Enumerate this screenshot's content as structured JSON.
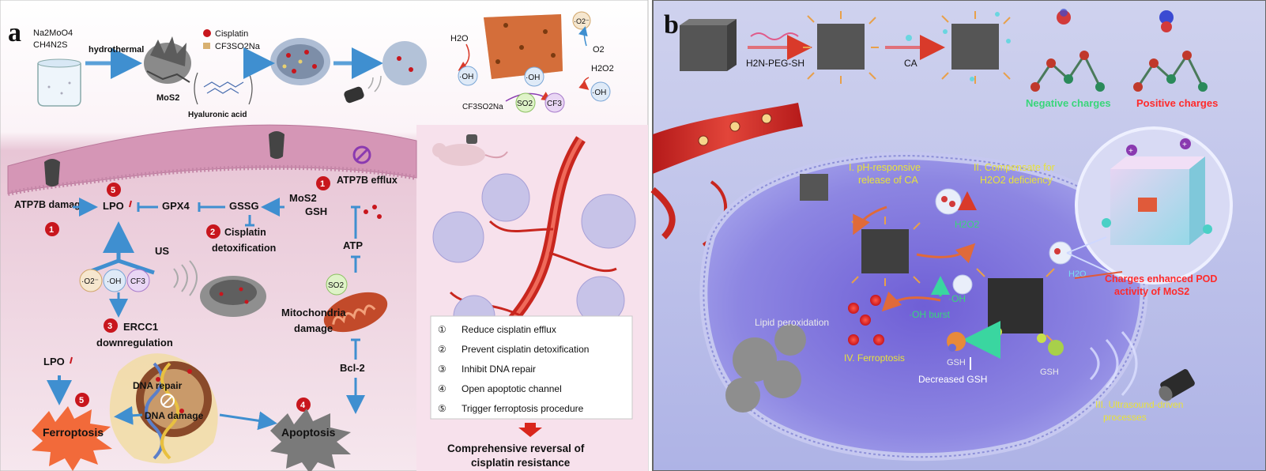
{
  "panel_a": {
    "letter": "a",
    "reagent1": "Na2MoO4",
    "reagent2": "CH4N2S",
    "hydrothermal": "hydrothermal",
    "mos2": "MoS2",
    "legend_cisplatin": "Cisplatin",
    "legend_cf3so2na": "CF3SO2Na",
    "hyaluronic_acid": "Hyaluronic acid",
    "h2o": "H2O",
    "oh": "·OH",
    "o2_radical": "·O2⁻",
    "o2": "O2",
    "h2o2": "H2O2",
    "oh2": "·OH",
    "oh3": "·OH",
    "cf3so2na_bottom": "CF3SO2Na",
    "so2": "SO2",
    "cf3": "CF3",
    "atp7b_damage": "ATP7B damage",
    "lpo": "LPO",
    "gpx4": "GPX4",
    "gssg": "GSSG",
    "mos2_gsh_a": "MoS2",
    "gsh": "GSH",
    "atp7b_efflux": "ATP7B efflux",
    "cisplatin_detox": "Cisplatin detoxification",
    "atp": "ATP",
    "us": "US",
    "radicals": [
      "·O2⁻",
      "·OH",
      "CF3"
    ],
    "ercc1": "ERCC1 downregulation",
    "mito_damage": "Mitochondria damage",
    "so2_mito": "SO2",
    "lpo2": "LPO",
    "bcl2": "Bcl-2",
    "dna_repair": "DNA repair",
    "dna_damage": "DNA damage",
    "ferroptosis": "Ferroptosis",
    "apoptosis": "Apoptosis",
    "numbers": [
      "5",
      "1",
      "1",
      "2",
      "3",
      "4",
      "5"
    ],
    "list": [
      {
        "num": "①",
        "text": "Reduce cisplatin efflux"
      },
      {
        "num": "②",
        "text": "Prevent cisplatin detoxification"
      },
      {
        "num": "③",
        "text": "Inhibit DNA repair"
      },
      {
        "num": "④",
        "text": "Open apoptotic channel"
      },
      {
        "num": "⑤",
        "text": "Trigger ferroptosis procedure"
      }
    ],
    "conclusion_line1": "Comprehensive reversal of",
    "conclusion_line2": "cisplatin resistance"
  },
  "panel_b": {
    "letter": "b",
    "h2n_peg_sh": "H2N-PEG-SH",
    "ca": "CA",
    "negative": "Negative charges",
    "positive": "Positive charges",
    "ph_responsive_1": "I. pH-responsive",
    "ph_responsive_2": "release of CA",
    "compensate_1": "II. Compensate for",
    "compensate_2": "H2O2 deficiency",
    "h2o2": "H2O2",
    "oh": "·OH",
    "oh_burst": "·OH burst",
    "lipid_perox": "Lipid peroxidation",
    "ferroptosis": "IV. Ferroptosis",
    "gsh1": "GSH",
    "gsh2": "GSH",
    "decreased_gsh": "Decreased GSH",
    "h2o_label": "H2O",
    "charges_pod_1": "Charges enhanced POD",
    "charges_pod_2": "activity of MoS2",
    "ultrasound_1": "III. Ultrasound-driven",
    "ultrasound_2": "processes"
  },
  "colors": {
    "red_badge": "#c8161d",
    "blue_arrow": "#3f8fd0",
    "panel_a_bg": "#f3dfe8",
    "panel_b_bg": "#bcc0e8",
    "yellow_text": "#e8e23a",
    "green_text": "#39d67a",
    "red_text": "#ff2a2a"
  },
  "icons": [
    "beaker-icon",
    "mos2-cluster-icon",
    "ultrasound-transducer-icon",
    "mouse-icon",
    "blood-vessel-icon",
    "mitochondria-icon",
    "dna-icon",
    "nanocube-icon"
  ]
}
